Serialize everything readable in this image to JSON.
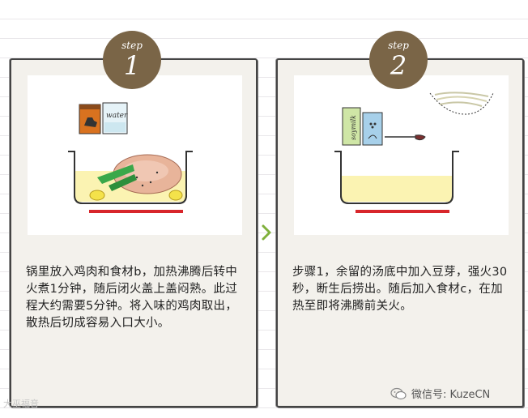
{
  "steps": [
    {
      "label": "step",
      "number": "1",
      "jar_label": "water",
      "text": "锅里放入鸡肉和食材b，加热沸腾后转中火煮1分钟，随后闭火盖上盖闷熟。此过程大约需要5分钟。将入味的鸡肉取出，散热后切成容易入口大小。"
    },
    {
      "label": "step",
      "number": "2",
      "jar_label": "soymilk",
      "text": "步骤1，余留的汤底中加入豆芽，强火30秒，断生后捞出。随后加入食材c，在加热至即将沸腾前关火。"
    }
  ],
  "footer": {
    "wechat_text": "微信号: KuzeCN",
    "watermark": "大巫福音"
  },
  "colors": {
    "badge": "#7a6547",
    "arrow": "#7fb03b",
    "burner": "#d8262b",
    "broth": "#fbf3b2",
    "leek": "#3aa84a"
  }
}
